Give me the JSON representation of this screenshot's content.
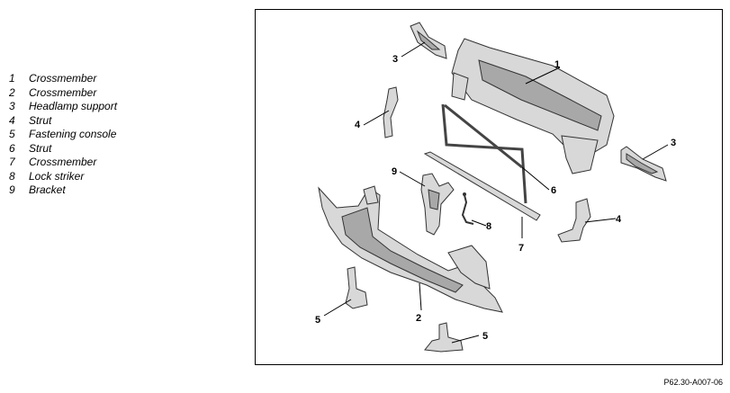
{
  "legend": [
    {
      "num": "1",
      "label": "Crossmember"
    },
    {
      "num": "2",
      "label": "Crossmember"
    },
    {
      "num": "3",
      "label": "Headlamp support"
    },
    {
      "num": "4",
      "label": "Strut"
    },
    {
      "num": "5",
      "label": "Fastening console"
    },
    {
      "num": "6",
      "label": "Strut"
    },
    {
      "num": "7",
      "label": "Crossmember"
    },
    {
      "num": "8",
      "label": "Lock striker"
    },
    {
      "num": "9",
      "label": "Bracket"
    }
  ],
  "callouts": [
    "1",
    "3",
    "3",
    "4",
    "9",
    "6",
    "8",
    "7",
    "4",
    "5",
    "2",
    "5"
  ],
  "reference_code": "P62.30-A007-06"
}
